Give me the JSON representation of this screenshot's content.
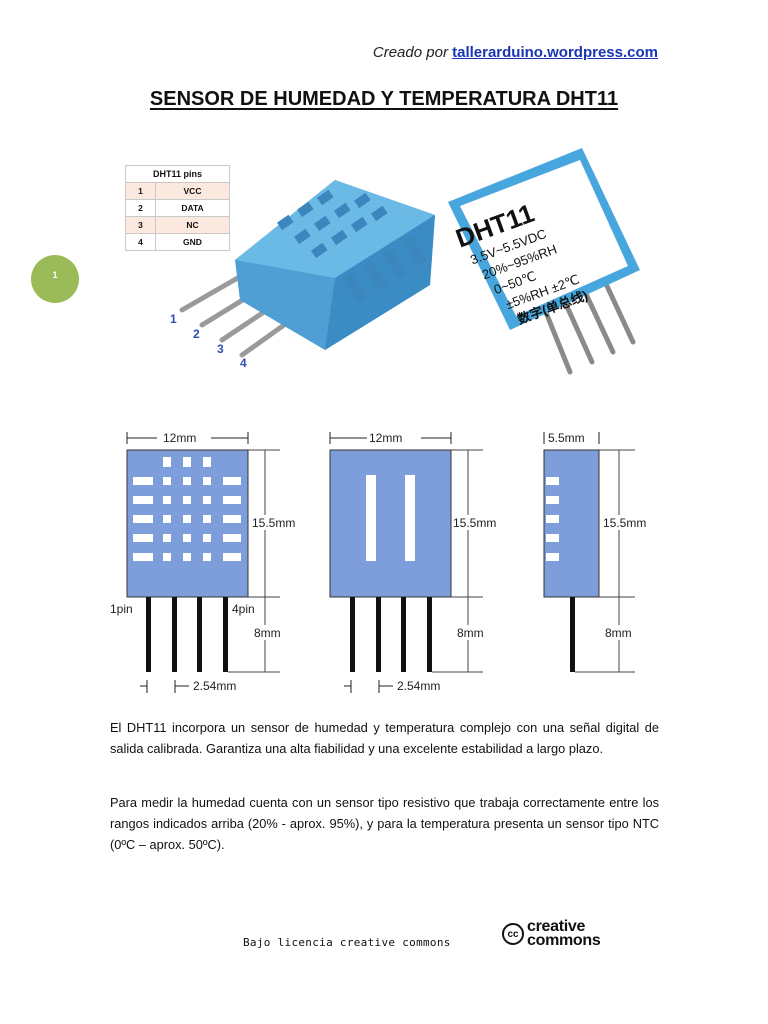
{
  "header": {
    "credit_prefix": "Creado por",
    "credit_link": "tallerarduino.wordpress.com"
  },
  "title": "SENSOR DE HUMEDAD Y TEMPERATURA DHT11",
  "page_number": "1",
  "pins_table": {
    "header": "DHT11 pins",
    "rows": [
      {
        "num": "1",
        "name": "VCC"
      },
      {
        "num": "2",
        "name": "DATA"
      },
      {
        "num": "3",
        "name": "NC"
      },
      {
        "num": "4",
        "name": "GND"
      }
    ]
  },
  "photo_left": {
    "pin_labels": [
      "1",
      "2",
      "3",
      "4"
    ]
  },
  "photo_right": {
    "label_lines": [
      "DHT11",
      "3.5V~5.5VDC",
      "20%~95%RH",
      "0~50℃",
      "±5%RH  ±2℃",
      "数字(单总线)"
    ]
  },
  "drawings": {
    "width_label": "12mm",
    "height_label": "15.5mm",
    "pin_length_label": "8mm",
    "pitch_label": "2.54mm",
    "side_width_label": "5.5mm",
    "pin1_label": "1pin",
    "pin4_label": "4pin"
  },
  "paragraphs": [
    "El DHT11 incorpora un sensor de humedad y temperatura complejo con una señal digital de salida calibrada. Garantiza una alta fiabilidad y una excelente estabilidad a largo plazo.",
    "Para medir la humedad cuenta con un sensor tipo resistivo que trabaja correctamente entre los rangos indicados arriba (20% - aprox. 95%), y para la temperatura presenta un sensor tipo NTC (0ºC – aprox. 50ºC)."
  ],
  "footer": {
    "license_text": "Bajo licencia creative commons",
    "cc_mark": "cc",
    "cc_word1": "creative",
    "cc_word2": "commons"
  },
  "colors": {
    "badge": "#9bbb59",
    "link": "#1a35b5",
    "sensor_blue": "#5aaedd",
    "drawing_blue": "#7e9edb"
  }
}
